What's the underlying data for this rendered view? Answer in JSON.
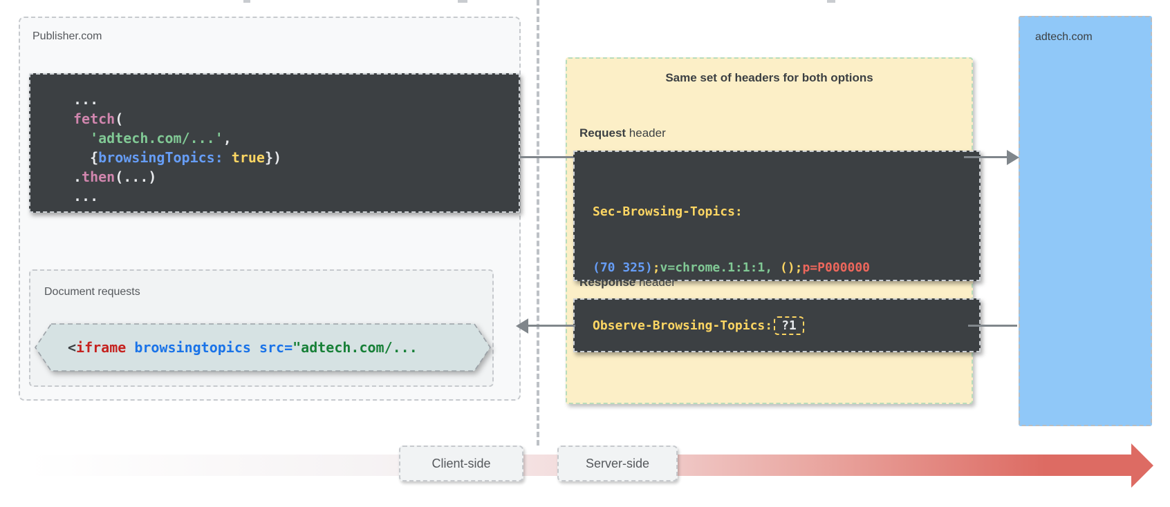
{
  "colors": {
    "white": "#e8eaed",
    "pink": "#d186ae",
    "green": "#81c995",
    "blue": "#669df6",
    "yellow": "#fdd663",
    "salmon": "#ee675c",
    "dark": "#3c4043",
    "red": "#c5221f",
    "lightblue": "#1a73e8",
    "darkgreen": "#188038",
    "accent_yellow_panel": "#fcefc7",
    "accent_blue_box": "#90c8f8",
    "accent_red_arrow": "#dd6b63",
    "code_bg": "#3c4043"
  },
  "publisher": {
    "label": "Publisher.com",
    "code": {
      "lines": [
        [
          {
            "t": "...",
            "c": "white"
          }
        ],
        [
          {
            "t": "fetch",
            "c": "pink"
          },
          {
            "t": "(",
            "c": "white"
          }
        ],
        [
          {
            "t": "  ",
            "c": "white"
          },
          {
            "t": "'adtech.com/...'",
            "c": "green"
          },
          {
            "t": ",",
            "c": "white"
          }
        ],
        [
          {
            "t": "  {",
            "c": "white"
          },
          {
            "t": "browsingTopics",
            "c": "blue"
          },
          {
            "t": ":",
            "c": "blue"
          },
          {
            "t": " ",
            "c": "white"
          },
          {
            "t": "true",
            "c": "yellow"
          },
          {
            "t": "})",
            "c": "white"
          }
        ],
        [
          {
            "t": ".",
            "c": "white"
          },
          {
            "t": "then",
            "c": "pink"
          },
          {
            "t": "(...)",
            "c": "white"
          }
        ],
        [
          {
            "t": "...",
            "c": "white"
          }
        ]
      ]
    },
    "document_requests": {
      "label": "Document requests",
      "iframe_code": [
        {
          "t": "<",
          "c": "dark"
        },
        {
          "t": "iframe",
          "c": "red"
        },
        {
          "t": " browsingtopics",
          "c": "lightblue"
        },
        {
          "t": " src=",
          "c": "lightblue"
        },
        {
          "t": "\"adtech.com/...",
          "c": "darkgreen"
        }
      ]
    }
  },
  "headers_panel": {
    "title": "Same set of headers for both options",
    "request": {
      "label_bold": "Request",
      "label_rest": " header",
      "header_name": "Sec-Browsing-Topics:",
      "header_value": [
        {
          "t": "(70 325)",
          "c": "blue"
        },
        {
          "t": ";",
          "c": "yellow"
        },
        {
          "t": "v=chrome.1:1:1,",
          "c": "green"
        },
        {
          "t": " ();",
          "c": "yellow"
        },
        {
          "t": "p=P000000",
          "c": "salmon"
        }
      ]
    },
    "response": {
      "label_bold": "Response",
      "label_rest": " header",
      "header_name": "Observe-Browsing-Topics:",
      "header_value": "?1"
    }
  },
  "adtech": {
    "label": "adtech.com"
  },
  "timeline": {
    "client_label": "Client-side",
    "server_label": "Server-side"
  }
}
